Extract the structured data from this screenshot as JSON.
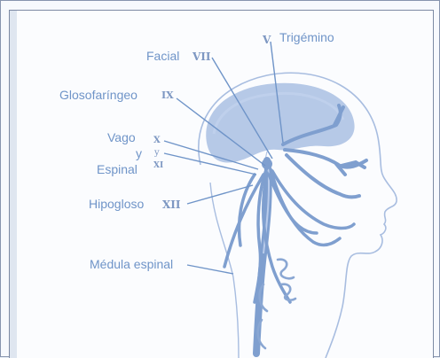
{
  "labels": {
    "trigemino": "Trigémino",
    "facial": "Facial",
    "glosofaringeo": "Glosofaríngeo",
    "vago": "Vago",
    "y": "y",
    "espinal": "Espinal",
    "hipogloso": "Hipogloso",
    "medula": "Médula espinal"
  },
  "numerals": {
    "v": "V",
    "vii": "VII",
    "ix": "IX",
    "x": "X",
    "y": "y",
    "xi": "XI",
    "xii": "XII"
  },
  "colors": {
    "label": "#6f94c8",
    "nerve": "#7f9fcf",
    "outline": "#9eb6db",
    "brain": "#a9bfe3"
  }
}
